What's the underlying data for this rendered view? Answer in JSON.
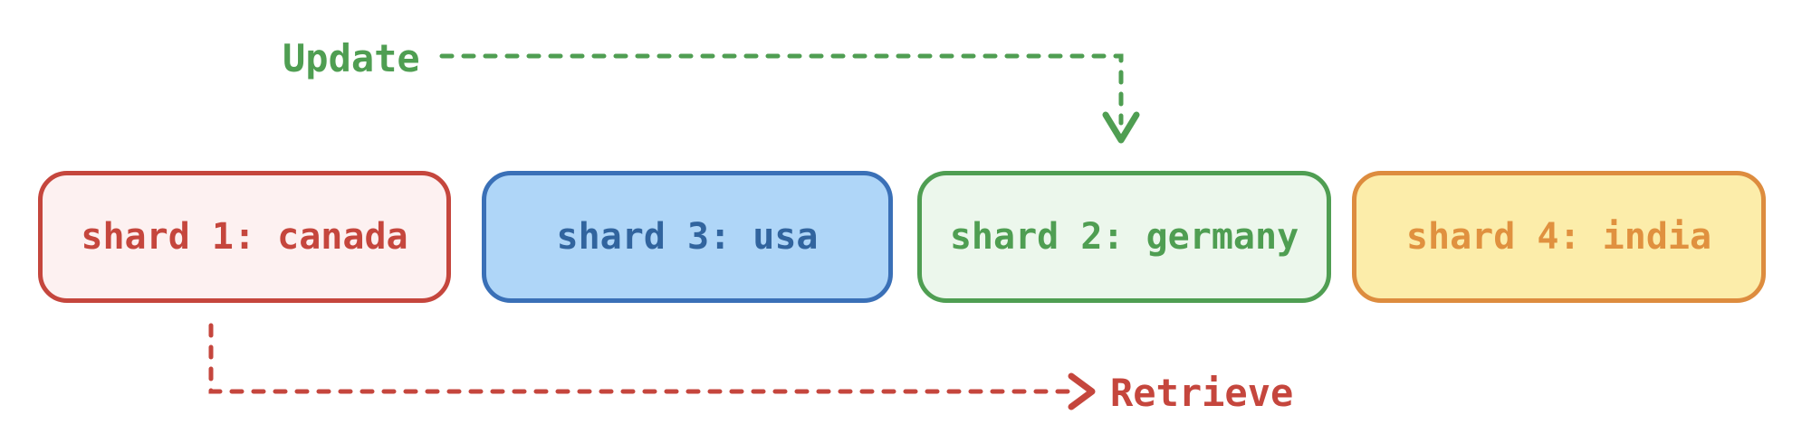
{
  "colors": {
    "red": "#c5463d",
    "red-fill": "#fdf1f1",
    "blue": "#3a70b7",
    "blue-fill": "#afd6f8",
    "blue-text": "#31649e",
    "green": "#4f9e52",
    "green-fill": "#ecf7ec",
    "orange": "#dd8c3e",
    "orange-fill": "#fcedaa",
    "orange-text": "#e0913f"
  },
  "diagram": {
    "shards": [
      {
        "label": "shard 1: canada",
        "color": "red"
      },
      {
        "label": "shard 3: usa",
        "color": "blue"
      },
      {
        "label": "shard 2: germany",
        "color": "green"
      },
      {
        "label": "shard 4: india",
        "color": "orange"
      }
    ],
    "arrows": {
      "update": {
        "label": "Update",
        "color": "green",
        "target_shard": "shard 2: germany"
      },
      "retrieve": {
        "label": "Retrieve",
        "color": "red",
        "source_shard": "shard 1: canada"
      }
    }
  }
}
